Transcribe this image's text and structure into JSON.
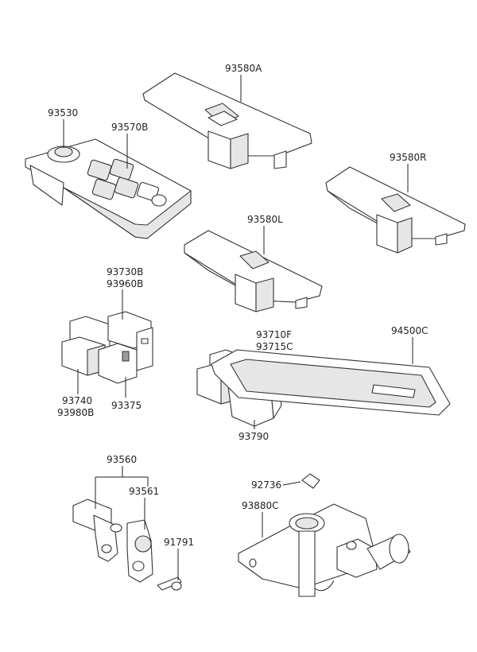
{
  "parts": {
    "p93580A": "93580A",
    "p93530": "93530",
    "p93570B": "93570B",
    "p93580R": "93580R",
    "p93580L": "93580L",
    "p93730B": "93730B",
    "p93960B": "93960B",
    "p93710F": "93710F",
    "p93715C": "93715C",
    "p94500C": "94500C",
    "p93740": "93740",
    "p93980B": "93980B",
    "p93375": "93375",
    "p93790": "93790",
    "p93560": "93560",
    "p93561": "93561",
    "p91791": "91791",
    "p92736": "92736",
    "p93880C": "93880C"
  }
}
